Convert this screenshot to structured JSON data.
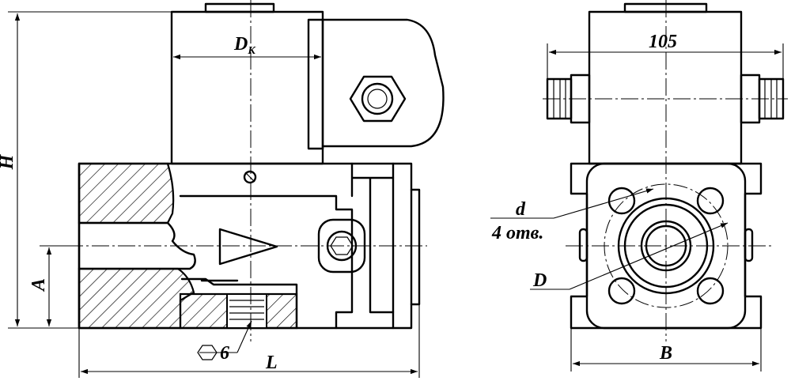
{
  "labels": {
    "height": "H",
    "coil_diameter": "D",
    "coil_diameter_sub": "К",
    "width_top": "105",
    "bore_offset": "A",
    "hex_key": "6",
    "length": "L",
    "hole_diameter": "d",
    "hole_count": "4 отв.",
    "bolt_circle": "D",
    "base_width": "B"
  },
  "icons": {
    "hex": "hexagon-icon"
  }
}
